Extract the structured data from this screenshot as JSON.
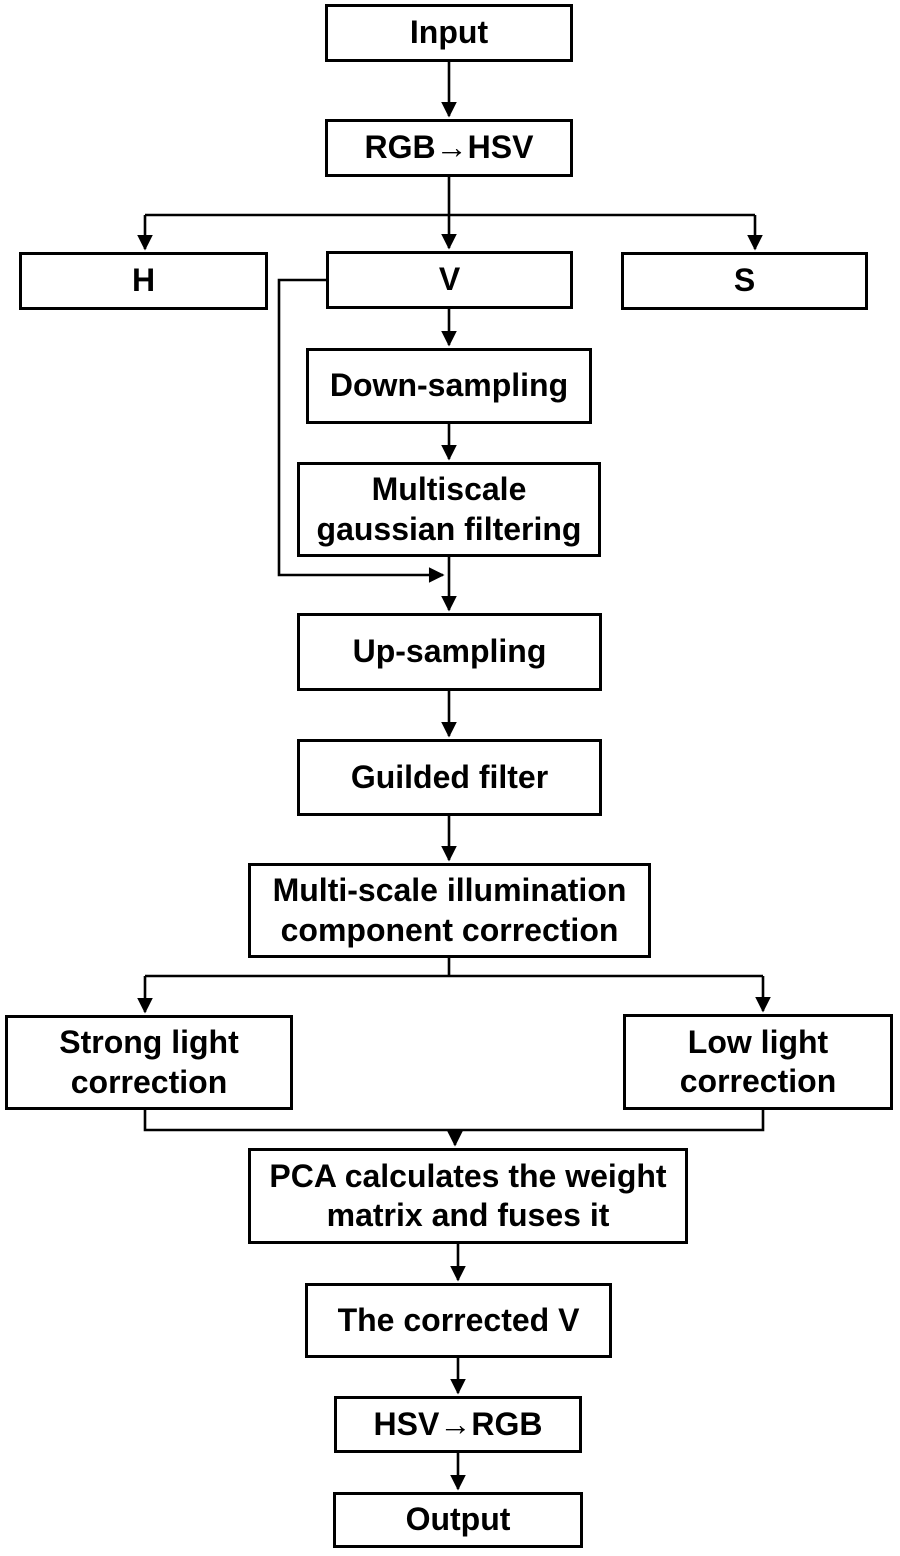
{
  "colors": {
    "background": "#ffffff",
    "box_fill": "#ffffff",
    "box_border": "#000000",
    "line": "#000000",
    "text": "#000000"
  },
  "nodes": {
    "input": {
      "label": "Input"
    },
    "rgb_to_hsv": {
      "label": "RGB→HSV"
    },
    "h": {
      "label": "H"
    },
    "v": {
      "label": "V"
    },
    "s": {
      "label": "S"
    },
    "down_sampling": {
      "label": "Down-sampling"
    },
    "multiscale_gaussian_filtering": {
      "label": "Multiscale gaussian filtering"
    },
    "up_sampling": {
      "label": "Up-sampling"
    },
    "guilded_filter": {
      "label": "Guilded filter"
    },
    "multi_scale_illumination_correction": {
      "label": "Multi-scale illumination component correction"
    },
    "strong_light_correction": {
      "label": "Strong light correction"
    },
    "low_light_correction": {
      "label": "Low light correction"
    },
    "pca_fusion": {
      "label": "PCA calculates the weight matrix and fuses it"
    },
    "corrected_v": {
      "label": "The corrected V"
    },
    "hsv_to_rgb": {
      "label": "HSV→RGB"
    },
    "output": {
      "label": "Output"
    }
  },
  "edges": [
    {
      "from": "input",
      "to": "rgb_to_hsv"
    },
    {
      "from": "rgb_to_hsv",
      "to": "h"
    },
    {
      "from": "rgb_to_hsv",
      "to": "v"
    },
    {
      "from": "rgb_to_hsv",
      "to": "s"
    },
    {
      "from": "v",
      "to": "down_sampling"
    },
    {
      "from": "v",
      "to": "up_sampling"
    },
    {
      "from": "down_sampling",
      "to": "multiscale_gaussian_filtering"
    },
    {
      "from": "multiscale_gaussian_filtering",
      "to": "up_sampling"
    },
    {
      "from": "up_sampling",
      "to": "guilded_filter"
    },
    {
      "from": "guilded_filter",
      "to": "multi_scale_illumination_correction"
    },
    {
      "from": "multi_scale_illumination_correction",
      "to": "strong_light_correction"
    },
    {
      "from": "multi_scale_illumination_correction",
      "to": "low_light_correction"
    },
    {
      "from": "strong_light_correction",
      "to": "pca_fusion"
    },
    {
      "from": "low_light_correction",
      "to": "pca_fusion"
    },
    {
      "from": "pca_fusion",
      "to": "corrected_v"
    },
    {
      "from": "corrected_v",
      "to": "hsv_to_rgb"
    },
    {
      "from": "hsv_to_rgb",
      "to": "output"
    }
  ]
}
